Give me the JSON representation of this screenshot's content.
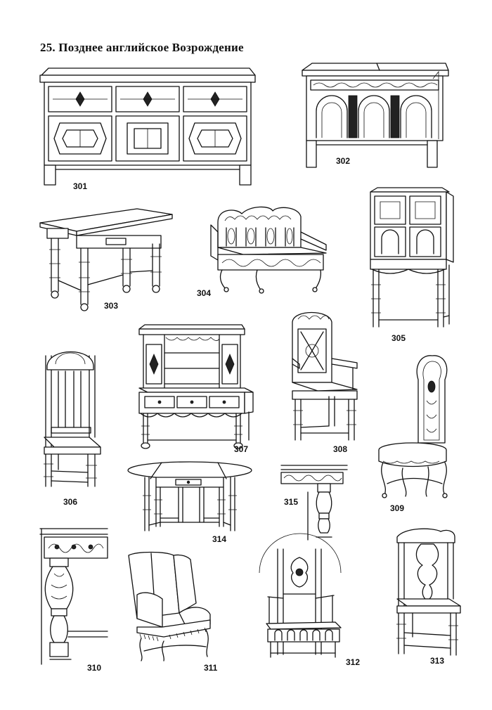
{
  "page": {
    "title": "25. Позднее английское Возрождение"
  },
  "figures": [
    {
      "id": "301",
      "label": "301"
    },
    {
      "id": "302",
      "label": "302"
    },
    {
      "id": "303",
      "label": "303"
    },
    {
      "id": "304",
      "label": "304"
    },
    {
      "id": "305",
      "label": "305"
    },
    {
      "id": "306",
      "label": "306"
    },
    {
      "id": "307",
      "label": "307"
    },
    {
      "id": "308",
      "label": "308"
    },
    {
      "id": "309",
      "label": "309"
    },
    {
      "id": "310",
      "label": "310"
    },
    {
      "id": "311",
      "label": "311"
    },
    {
      "id": "312",
      "label": "312"
    },
    {
      "id": "313",
      "label": "313"
    },
    {
      "id": "314",
      "label": "314"
    },
    {
      "id": "315",
      "label": "315"
    }
  ]
}
